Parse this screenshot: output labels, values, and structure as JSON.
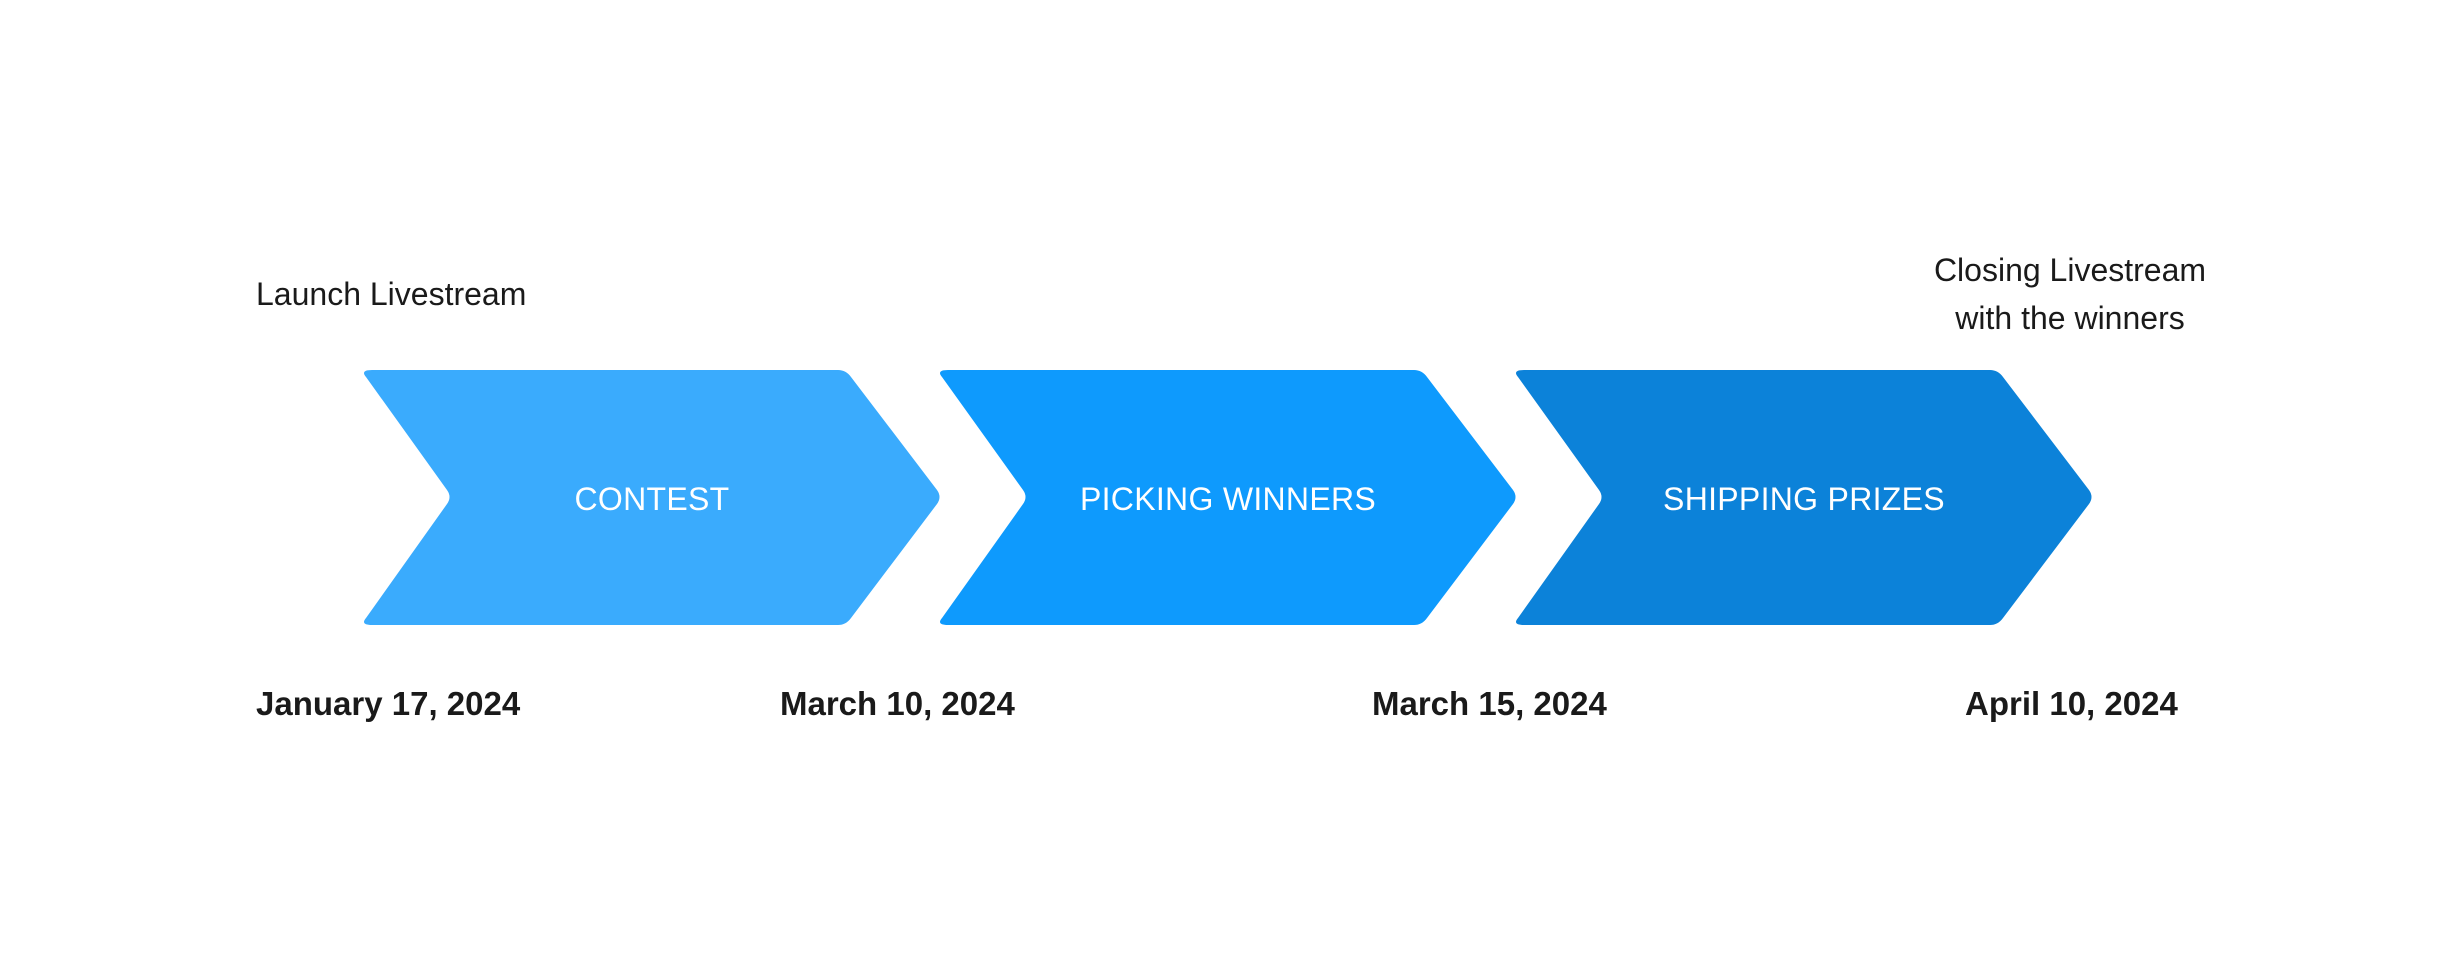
{
  "milestones": {
    "start": {
      "label": "Launch Livestream"
    },
    "end": {
      "line1": "Closing Livestream",
      "line2": "with the winners"
    }
  },
  "phases": [
    {
      "label": "CONTEST",
      "color": "#3AABFD"
    },
    {
      "label": "PICKING WINNERS",
      "color": "#0E9AFD"
    },
    {
      "label": "SHIPPING PRIZES",
      "color": "#0C82D9"
    }
  ],
  "dates": [
    "January 17, 2024",
    "March 10, 2024",
    "March 15, 2024",
    "April 10, 2024"
  ]
}
